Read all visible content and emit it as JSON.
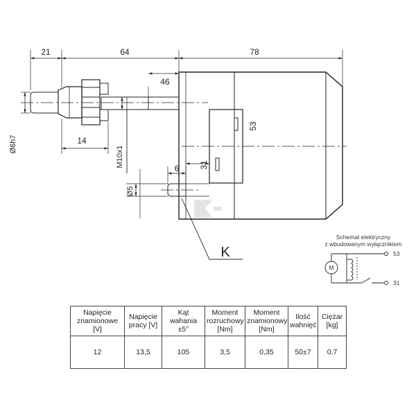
{
  "dimensions": {
    "d21": "21",
    "d64": "64",
    "d78": "78",
    "d46": "46",
    "d14": "14",
    "d6h7": "Ø6h7",
    "m10": "M10x1",
    "d6": "6",
    "d5": "Ø5",
    "d31": "31",
    "d53": "53"
  },
  "detail_label": "K",
  "schematic": {
    "title_line1": "Schemat elektryczny",
    "title_line2": "z wbudowanym wyłącznikiem",
    "motor_symbol": "M",
    "terminal_53": "53",
    "terminal_31": "31"
  },
  "table": {
    "headers": [
      {
        "line1": "Napięcie",
        "line2": "znamionowe [V]",
        "line3": ""
      },
      {
        "line1": "Napięcie",
        "line2": "pracy [V]",
        "line3": ""
      },
      {
        "line1": "Kąt wahania",
        "line2": "±5°",
        "line3": ""
      },
      {
        "line1": "Moment",
        "line2": "rozruchowy",
        "line3": "[Nm]"
      },
      {
        "line1": "Moment",
        "line2": "znamionowy",
        "line3": "[Nm]"
      },
      {
        "line1": "Ilość",
        "line2": "wahnięć",
        "line3": ""
      },
      {
        "line1": "Ciężar",
        "line2": "[kg]",
        "line3": ""
      }
    ],
    "values": [
      "12",
      "13,5",
      "105",
      "3,5",
      "0,35",
      "50±7",
      "0,7"
    ]
  },
  "colors": {
    "line": "#222222",
    "watermark": "#e2e2e2"
  }
}
